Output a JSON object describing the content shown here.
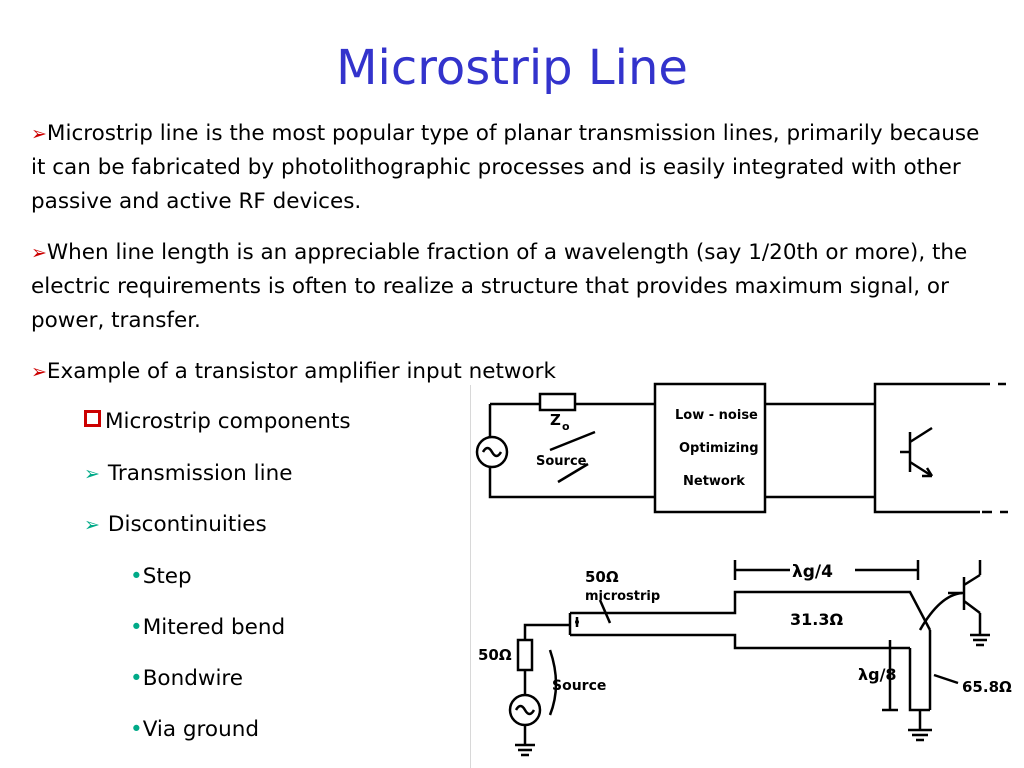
{
  "slide": {
    "title": "Microstrip Line",
    "bullets": [
      {
        "text": "Microstrip line is the most popular type of planar transmission lines, primarily because it can be fabricated by photolithographic processes and is easily integrated with other passive and active RF devices."
      },
      {
        "text": "When line length is an appreciable fraction of a wavelength (say 1/20th or more), the electric requirements is often to realize a structure that provides maximum signal, or power, transfer."
      },
      {
        "text": "Example of a transistor amplifier input network"
      }
    ],
    "sub_heading": "Microstrip components",
    "sub_items": [
      "Transmission line",
      "Discontinuities"
    ],
    "dot_items": [
      "Step",
      "Mitered bend",
      "Bondwire",
      "Via ground"
    ]
  },
  "diagram_top": {
    "z0_label": "Z",
    "z0_sub": "o",
    "source_label": "Source",
    "box_lines": [
      "Low - noise",
      "Optimizing",
      "Network"
    ]
  },
  "diagram_bottom": {
    "microstrip_50": "50Ω",
    "microstrip_word": "microstrip",
    "lambda_g4": "λg/4",
    "line_313": "31.3Ω",
    "lambda_g8": "λg/8",
    "stub_658": "65.8Ω",
    "src_res": "50Ω",
    "source_label": "Source"
  },
  "colors": {
    "title": "#3333cc",
    "red_arrow": "#cc0000",
    "green_arrow": "#00aa88"
  }
}
